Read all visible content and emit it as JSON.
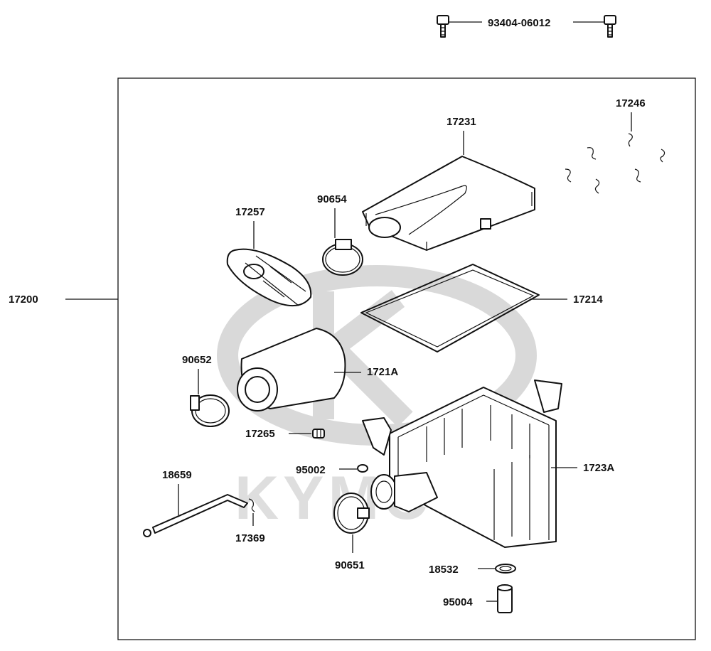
{
  "watermark": {
    "brand": "KYMCO"
  },
  "parts": {
    "p93404": "93404-06012",
    "p17200": "17200",
    "p17246": "17246",
    "p17231": "17231",
    "p17257": "17257",
    "p90654": "90654",
    "p17214": "17214",
    "p90652": "90652",
    "p1721A": "1721A",
    "p17265": "17265",
    "p95002": "95002",
    "p1723A": "1723A",
    "p18659": "18659",
    "p17369": "17369",
    "p90651": "90651",
    "p18532": "18532",
    "p95004": "95004"
  }
}
